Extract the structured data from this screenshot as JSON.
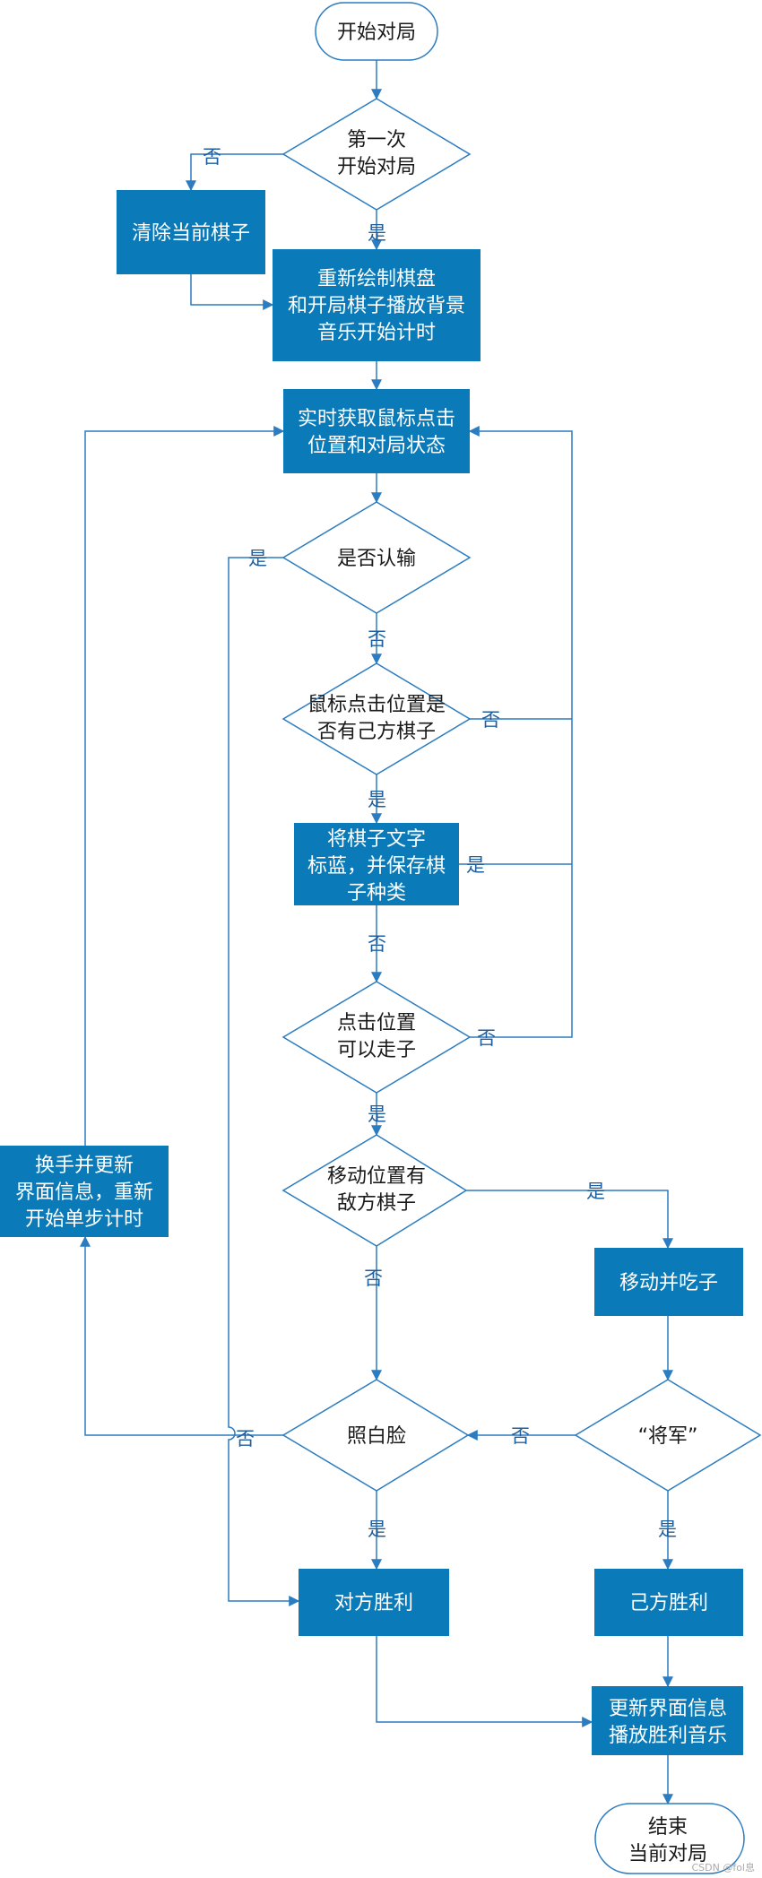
{
  "nodes": {
    "start": "开始对局",
    "first_game": [
      "第一次",
      "开始对局"
    ],
    "clear": "清除当前棋子",
    "redraw": [
      "重新绘制棋盘",
      "和开局棋子播放背景",
      "音乐开始计时"
    ],
    "get_mouse": [
      "实时获取鼠标点击",
      "位置和对局状态"
    ],
    "surrender": "是否认输",
    "own_piece": [
      "鼠标点击位置是",
      "否有己方棋子"
    ],
    "mark_blue": [
      "将棋子文字",
      "标蓝，并保存棋",
      "子种类"
    ],
    "can_move": [
      "点击位置",
      "可以走子"
    ],
    "enemy_piece": [
      "移动位置有",
      "敌方棋子"
    ],
    "swap": [
      "换手并更新",
      "界面信息，重新",
      "开始单步计时"
    ],
    "capture": "移动并吃子",
    "facing": "照白脸",
    "check": "“将军”",
    "opp_win": "对方胜利",
    "own_win": "己方胜利",
    "update": [
      "更新界面信息",
      "播放胜利音乐"
    ],
    "end": [
      "结束",
      "当前对局"
    ]
  },
  "labels": {
    "yes": "是",
    "no": "否"
  },
  "watermark": "CSDN @fol息",
  "colors": {
    "box": "#0a7ab8",
    "line": "#2b7cc0",
    "label": "#1f5f9e",
    "text": "#1a1a1a"
  }
}
